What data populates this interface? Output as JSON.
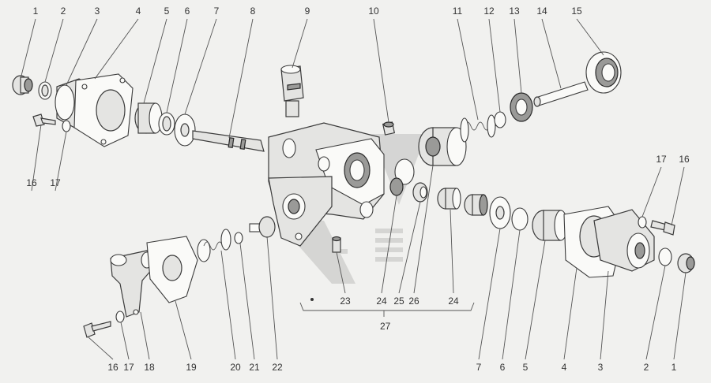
{
  "diagram": {
    "type": "exploded-assembly",
    "callouts_top": [
      "1",
      "2",
      "3",
      "4",
      "5",
      "6",
      "7",
      "8",
      "9",
      "10",
      "11",
      "12",
      "13",
      "14",
      "15"
    ],
    "callouts_left": [
      "16",
      "17"
    ],
    "callouts_right": [
      "17",
      "16"
    ],
    "callouts_bottom": [
      "16",
      "17",
      "18",
      "19",
      "20",
      "21",
      "22",
      "23",
      "24",
      "25",
      "26",
      "24",
      "7",
      "6",
      "5",
      "4",
      "3",
      "2",
      "1"
    ],
    "group_label": "27"
  }
}
